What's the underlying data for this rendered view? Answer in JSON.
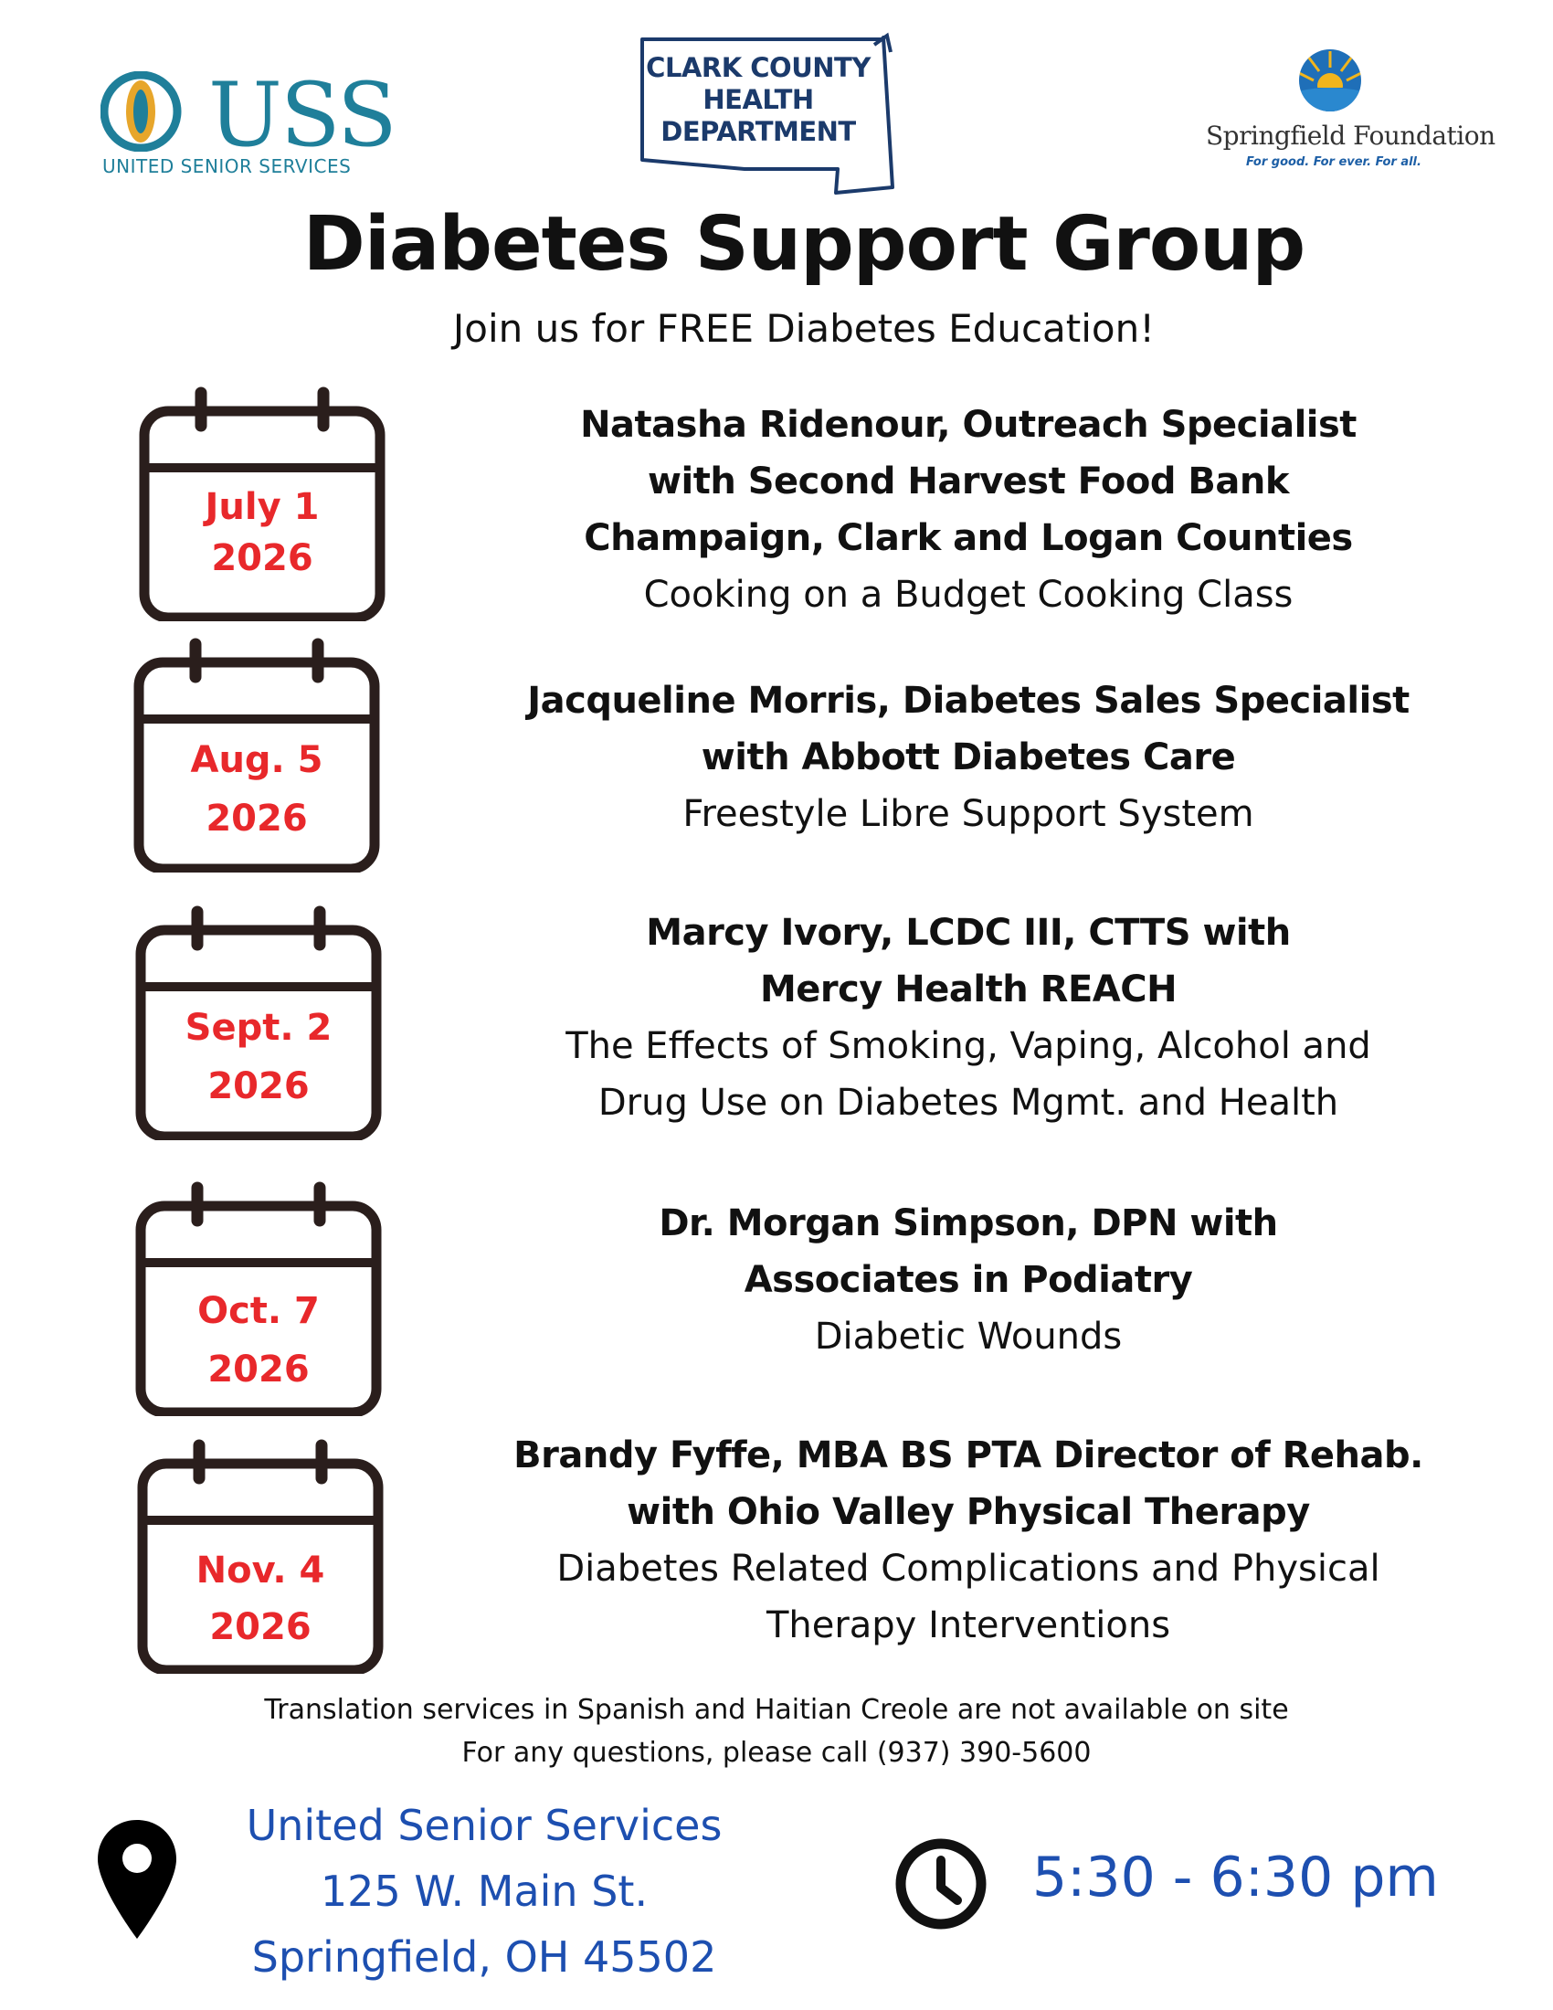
{
  "logos": {
    "uss": {
      "name": "USS",
      "subtitle": "UNITED SENIOR SERVICES"
    },
    "cchd": {
      "line1": "CLARK COUNTY",
      "line2": "HEALTH",
      "line3": "DEPARTMENT"
    },
    "springfield": {
      "name": "Springfield Foundation",
      "tagline": "For good. For ever. For all."
    }
  },
  "title": "Diabetes Support Group",
  "subtitle": "Join us for FREE Diabetes Education!",
  "events": [
    {
      "date": "July 1",
      "year": "2026",
      "speaker": [
        "Natasha Ridenour, Outreach Specialist",
        "with Second Harvest Food Bank",
        "Champaign, Clark and Logan Counties"
      ],
      "topic": [
        "Cooking on a Budget Cooking Class"
      ]
    },
    {
      "date": "Aug. 5",
      "year": "2026",
      "speaker": [
        "Jacqueline Morris, Diabetes Sales Specialist",
        "with Abbott Diabetes Care"
      ],
      "topic": [
        "Freestyle Libre Support System"
      ]
    },
    {
      "date": "Sept. 2",
      "year": "2026",
      "speaker": [
        "Marcy Ivory, LCDC III, CTTS with",
        "Mercy Health REACH"
      ],
      "topic": [
        "The Effects of Smoking, Vaping, Alcohol and",
        "Drug Use on Diabetes Mgmt. and Health"
      ]
    },
    {
      "date": "Oct. 7",
      "year": "2026",
      "speaker": [
        "Dr. Morgan Simpson, DPN with",
        "Associates in Podiatry"
      ],
      "topic": [
        "Diabetic Wounds"
      ]
    },
    {
      "date": "Nov. 4",
      "year": "2026",
      "speaker": [
        "Brandy Fyffe, MBA BS PTA Director of Rehab.",
        "with Ohio Valley Physical Therapy"
      ],
      "topic": [
        "Diabetes Related Complications and Physical",
        "Therapy Interventions"
      ]
    }
  ],
  "footer": {
    "translation_note": "Translation services in Spanish and Haitian Creole are not available on site",
    "questions_note": "For any questions, please call (937) 390-5600",
    "address": [
      "United Senior Services",
      "125 W. Main St.",
      "Springfield, OH 45502"
    ],
    "time": "5:30 - 6:30 pm"
  },
  "colors": {
    "date_red": "#e8282b",
    "footer_blue": "#1d4fb0",
    "uss_teal": "#1f7f9a",
    "cchd_navy": "#1b3a6b"
  }
}
